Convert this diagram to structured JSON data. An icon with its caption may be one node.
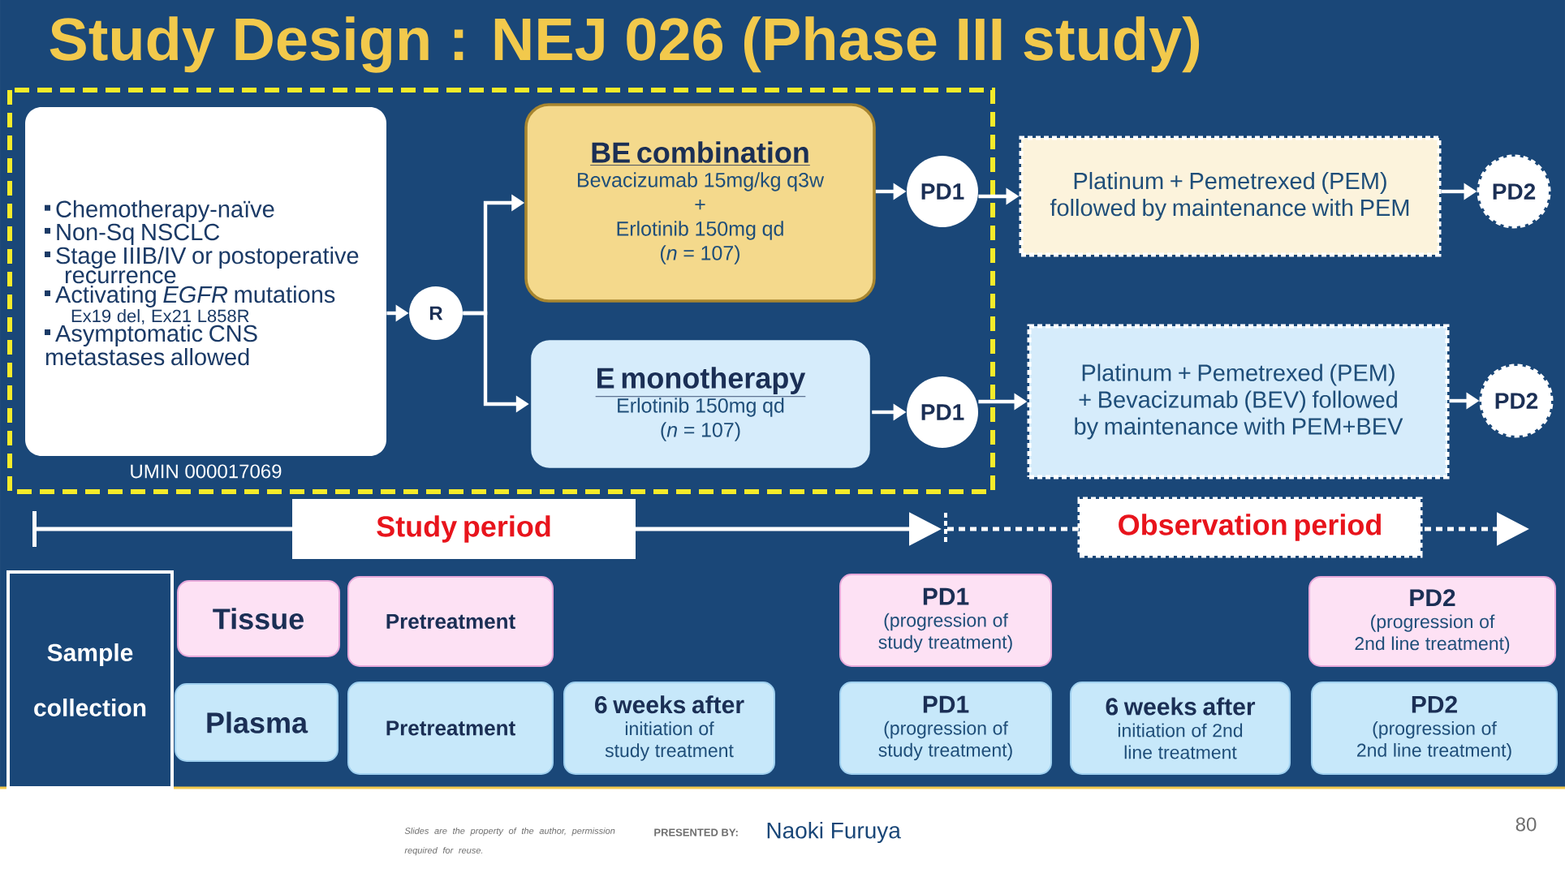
{
  "diagram": {
    "title": "Study Design : NEJ 026 (Phase III study)",
    "nodes": [
      {
        "text": [
          "Chemotherapy-naïve",
          "Non-Sq NSCLC",
          "Stage IIIB/IV or postoperative recurrence",
          "Activating *EGFR* mutations",
          "Ex19 del, Ex21 L858R",
          "Asymptomatic CNS metastases allowed"
        ],
        "beside": [
          "UMIN 000017069"
        ]
      },
      {
        "text": [
          "R"
        ]
      },
      {
        "text": [
          "BE combination",
          "Bevacizumab 15mg/kg q3w",
          "+",
          "Erlotinib 150mg qd",
          "(*n* = 107)"
        ]
      },
      {
        "text": [
          "E monotherapy",
          "Erlotinib 150mg qd",
          "(*n* = 107)"
        ]
      },
      {
        "text": [
          "PD1"
        ]
      },
      {
        "text": [
          "PD1"
        ]
      },
      {
        "text": [
          "Platinum + Pemetrexed (PEM) followed by maintenance with PEM"
        ]
      },
      {
        "text": [
          "Platinum + Pemetrexed (PEM) + Bevacizumab (BEV) followed by maintenance with PEM+BEV"
        ]
      },
      {
        "text": [
          "PD2"
        ]
      },
      {
        "text": [
          "PD2"
        ]
      },
      {
        "text": [
          "Study period"
        ]
      },
      {
        "text": [
          "Observation period"
        ]
      },
      {
        "text": [
          "Sample collection"
        ]
      },
      {
        "text": [
          "Tissue"
        ]
      },
      {
        "text": [
          "Pretreatment"
        ]
      },
      {
        "text": [
          "PD1",
          "(progression of study treatment)"
        ]
      },
      {
        "text": [
          "PD2",
          "(progression of 2nd line treatment)"
        ]
      },
      {
        "text": [
          "Plasma"
        ]
      },
      {
        "text": [
          "Pretreatment"
        ]
      },
      {
        "text": [
          "6 weeks after",
          "initiation of study treatment"
        ]
      },
      {
        "text": [
          "PD1",
          "(progression of study treatment)"
        ]
      },
      {
        "text": [
          "6 weeks after",
          "initiation of 2nd line treatment"
        ]
      },
      {
        "text": [
          "PD2",
          "(progression of 2nd line treatment)"
        ]
      }
    ],
    "edges": [
      {
        "from": 0,
        "to": 1,
        "arrow": "to"
      },
      {
        "from": 1,
        "to": 2,
        "arrow": "to"
      },
      {
        "from": 1,
        "to": 3,
        "arrow": "to"
      },
      {
        "from": 2,
        "to": 4,
        "arrow": "to"
      },
      {
        "from": 3,
        "to": 5,
        "arrow": "to"
      },
      {
        "from": 4,
        "to": 6,
        "arrow": "to"
      },
      {
        "from": 6,
        "to": 8,
        "arrow": "to"
      },
      {
        "from": 5,
        "to": 7,
        "arrow": "to"
      },
      {
        "from": 7,
        "to": 9,
        "arrow": "to"
      }
    ],
    "labels": [
      "Slides are the property of the author, permission required for reuse.",
      "PRESENTED BY:",
      "Naoki Furuya",
      "80"
    ]
  }
}
